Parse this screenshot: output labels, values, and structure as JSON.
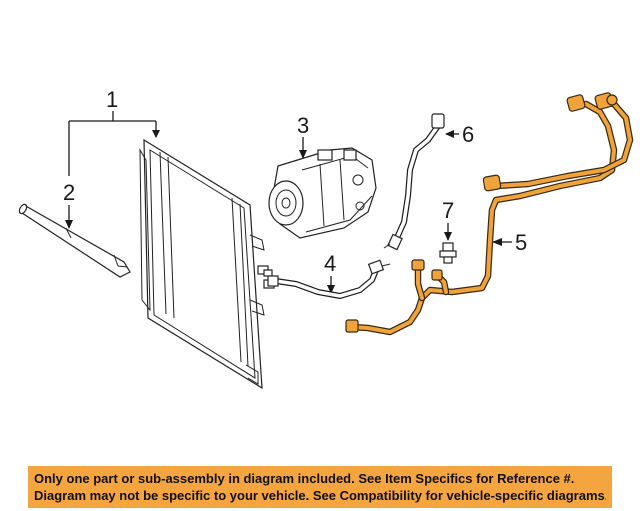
{
  "callouts": [
    "1",
    "2",
    "3",
    "4",
    "5",
    "6",
    "7"
  ],
  "disclaimer": {
    "line1": "Only one part or sub-assembly in diagram included. See Item Specifics for Reference #.",
    "line2": "Diagram may not be specific to your vehicle. See Compatibility for vehicle-specific diagrams."
  },
  "colors": {
    "highlight_part": "#f0a33a",
    "banner": "#f4a540",
    "line": "#1a1a1a"
  }
}
